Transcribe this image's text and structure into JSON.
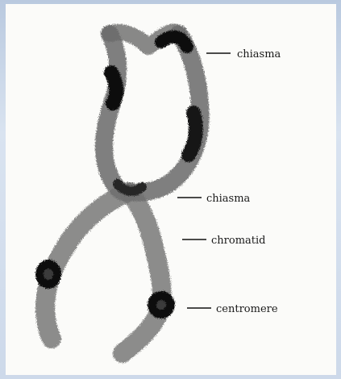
{
  "diagram": {
    "labels": {
      "chiasma_top": "chiasma",
      "chiasma_middle": "chiasma",
      "chromatid": "chromatid",
      "centromere": "centromere"
    },
    "colors": {
      "background": "#c9d6e8",
      "panel": "#fbfbf9",
      "chromosome": "#555555",
      "dark_band": "#111111",
      "leader_line": "#111111"
    }
  }
}
